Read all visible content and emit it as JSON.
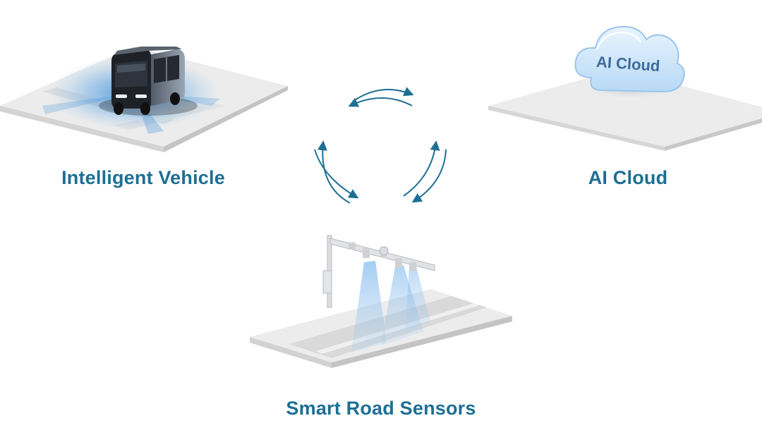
{
  "nodes": {
    "vehicle": {
      "label": "Intelligent Vehicle",
      "icon": "autonomous-shuttle-icon"
    },
    "cloud": {
      "label": "AI Cloud",
      "badge_text": "AI Cloud",
      "icon": "cloud-icon"
    },
    "road": {
      "label": "Smart Road Sensors",
      "icon": "road-sensor-gantry-icon"
    }
  },
  "connections": [
    {
      "from": "vehicle",
      "to": "cloud",
      "direction": "bidirectional"
    },
    {
      "from": "vehicle",
      "to": "road",
      "direction": "bidirectional"
    },
    {
      "from": "cloud",
      "to": "road",
      "direction": "bidirectional"
    }
  ],
  "colors": {
    "label": "#1d6f93",
    "arrow": "#1d6f93",
    "sensor_beam": "#3b8fd8",
    "platform": "#ececec",
    "cloud_fill": "#cfe6fa"
  }
}
